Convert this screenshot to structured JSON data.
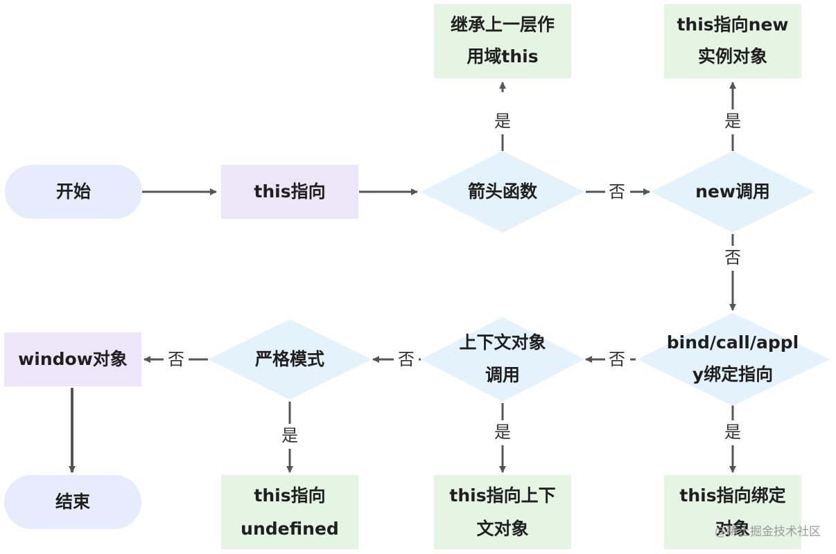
{
  "diagram": {
    "nodes": {
      "start": "开始",
      "this_direction": "this指向",
      "arrow_fn": "箭头函数",
      "inherit_line1": "继承上一层作",
      "inherit_line2": "用域this",
      "new_call": "new调用",
      "new_instance_line1": "this指向new",
      "new_instance_line2": "实例对象",
      "bind_line1": "bind/call/appl",
      "bind_line2": "y绑定指向",
      "bound_obj_line1": "this指向绑定",
      "bound_obj_line2": "对象",
      "ctx_call_line1": "上下文对象",
      "ctx_call_line2": "调用",
      "ctx_obj_line1": "this指向上下",
      "ctx_obj_line2": "文对象",
      "strict_mode": "严格模式",
      "undefined_line1": "this指向",
      "undefined_line2": "undefined",
      "window_obj": "window对象",
      "end": "结束"
    },
    "edge_labels": {
      "yes_inherit": "是",
      "no_arrow_to_new": "否",
      "yes_new_instance": "是",
      "no_new_to_bind": "否",
      "yes_bound": "是",
      "no_bind_to_ctx": "否",
      "yes_ctx": "是",
      "no_ctx_to_strict": "否",
      "yes_undefined": "是",
      "no_strict_to_window": "否"
    },
    "watermark": "@稀土掘金技术社区",
    "colors": {
      "terminal_fill": "#e6ecfb",
      "process_fill": "#ede6f8",
      "decision_fill": "#e3f2fb",
      "result_fill": "#e5f5e3",
      "edge": "#555555",
      "text": "#1f1f1f"
    }
  }
}
